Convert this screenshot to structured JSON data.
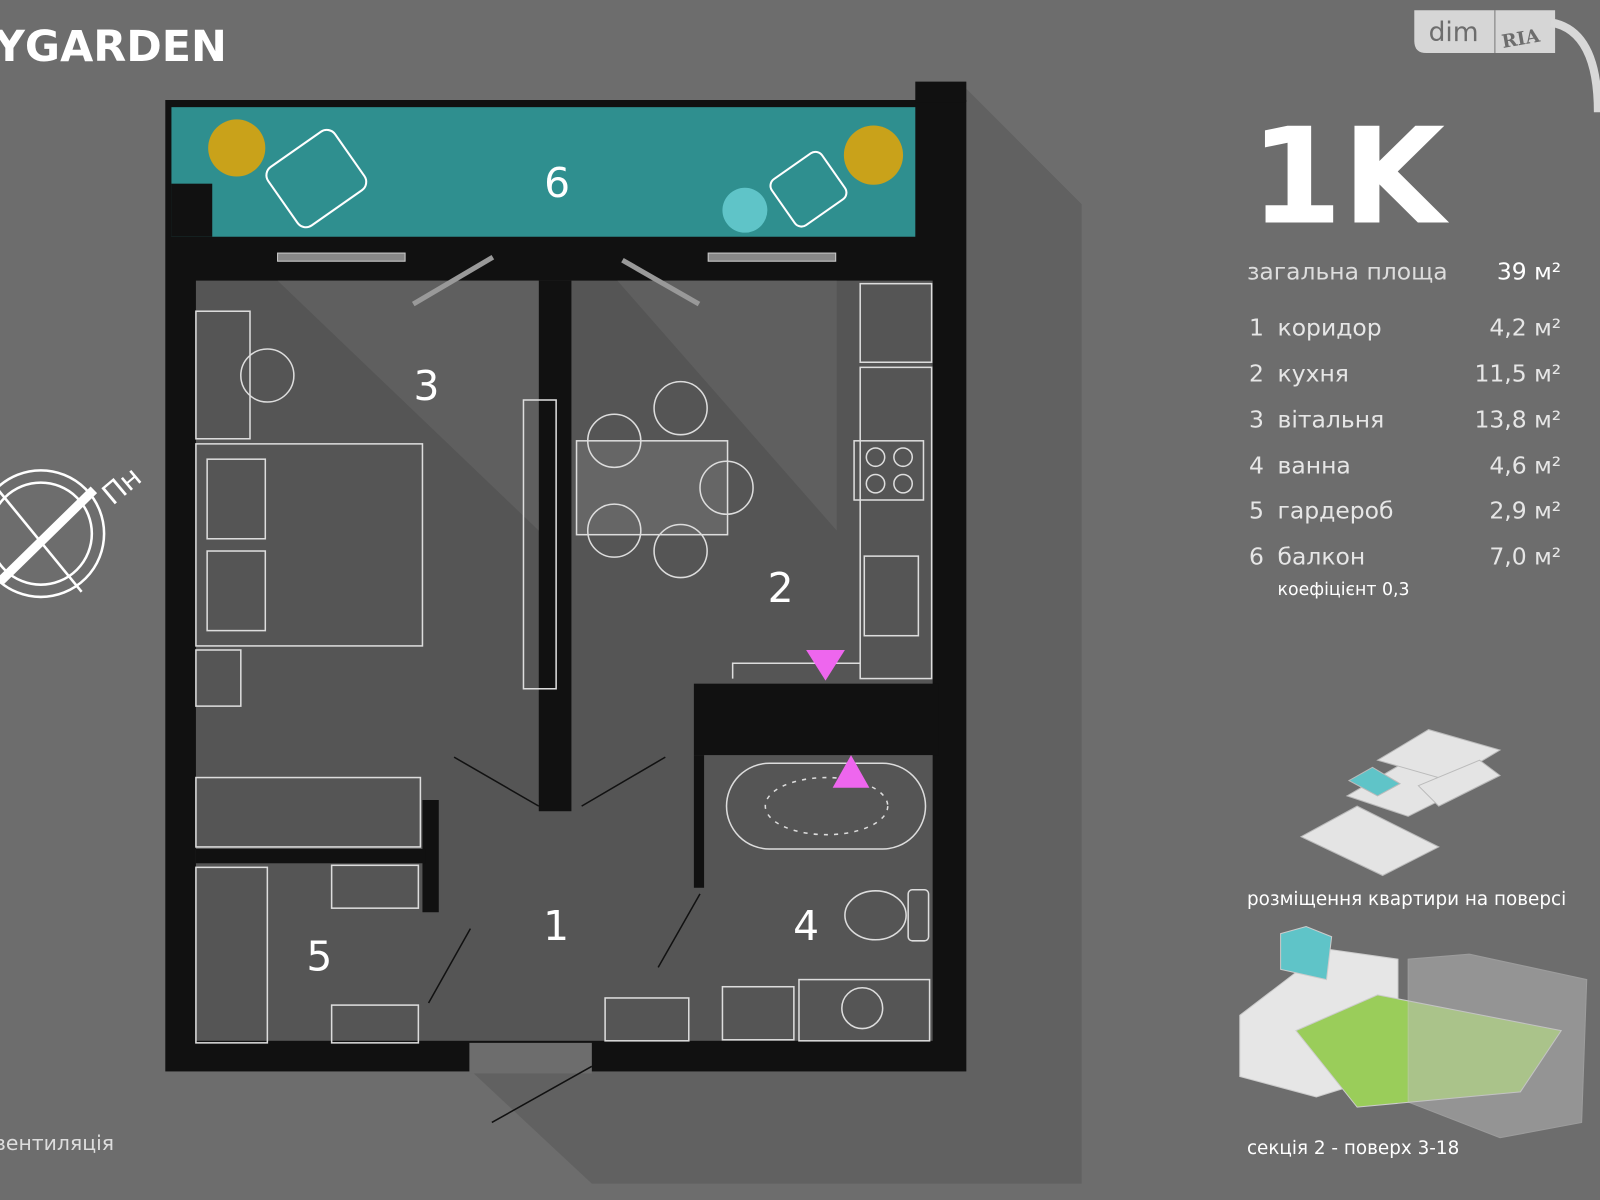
{
  "brand": {
    "title": "YGARDEN",
    "logo_left": "dim",
    "logo_right": "RIA"
  },
  "apartment": {
    "type": "1K",
    "total_label": "загальна площа",
    "total_value": "39 м²",
    "rooms": [
      {
        "num": "1",
        "name": "коридор",
        "area": "4,2 м²"
      },
      {
        "num": "2",
        "name": "кухня",
        "area": "11,5 м²"
      },
      {
        "num": "3",
        "name": "вітальня",
        "area": "13,8 м²"
      },
      {
        "num": "4",
        "name": "ванна",
        "area": "4,6 м²"
      },
      {
        "num": "5",
        "name": "гардероб",
        "area": "2,9 м²"
      },
      {
        "num": "6",
        "name": "балкон",
        "area": "7,0 м²"
      }
    ],
    "coefficient": "коефіцієнт 0,3"
  },
  "compass": {
    "label": "Пн"
  },
  "ventilation_label": "вентиляція",
  "floor_location_caption": "розміщення квартири на поверсі",
  "section_caption": "секція 2 - поверх 3-18",
  "colors": {
    "background": "#6d6d6d",
    "balcony": "#2f8f8f",
    "marker": "#ee66ee",
    "highlight": "#5fc4c8",
    "courtyard": "#9acd5a"
  }
}
